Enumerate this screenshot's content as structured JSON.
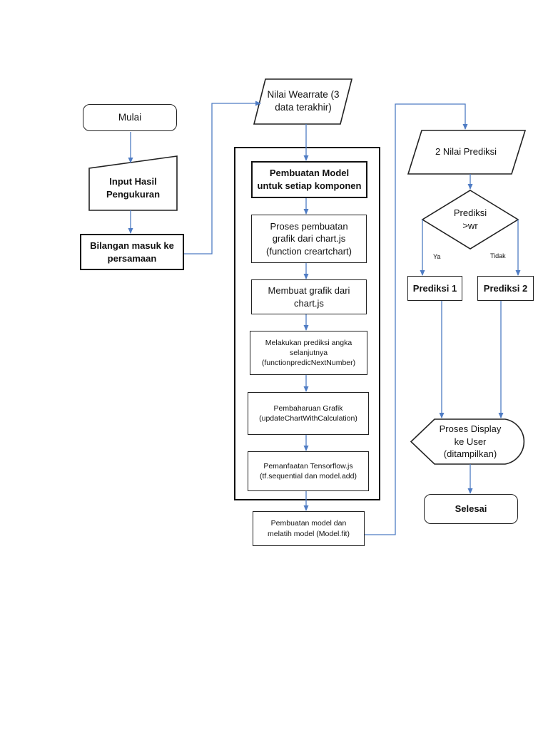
{
  "nodes": {
    "mulai": "Mulai",
    "input_hasil": "Input Hasil\nPengukuran",
    "bilangan": "Bilangan masuk ke\npersamaan",
    "nilai_wearrate": "Nilai Wearrate (3\ndata terakhir)",
    "pembuatan_model": "Pembuatan Model\nuntuk setiap komponen",
    "proses_grafik": "Proses pembuatan\ngrafik dari chart.js\n(function creartchart)",
    "membuat_grafik": "Membuat grafik dari\nchart.js",
    "melakukan_prediksi": "Melakukan prediksi angka\nselanjutnya\n(functionpredicNextNumber)",
    "pembaharuan": "Pembaharuan Grafik\n(updateChartWithCalculation)",
    "tensorflow": "Pemanfaatan Tensorflow.js\n(tf.sequential dan model.add)",
    "melatih_model": "Pembuatan model dan\nmelatih model (Model.fit)",
    "dua_nilai": "2 Nilai Prediksi",
    "decision": "Prediksi\n>wr",
    "prediksi1": "Prediksi 1",
    "prediksi2": "Prediksi 2",
    "proses_display": "Proses Display\nke User\n(ditampilkan)",
    "selesai": "Selesai"
  },
  "edge_labels": {
    "ya": "Ya",
    "tidak": "Tidak"
  },
  "colors": {
    "arrow": "#4f7cc4",
    "border": "#222222"
  }
}
